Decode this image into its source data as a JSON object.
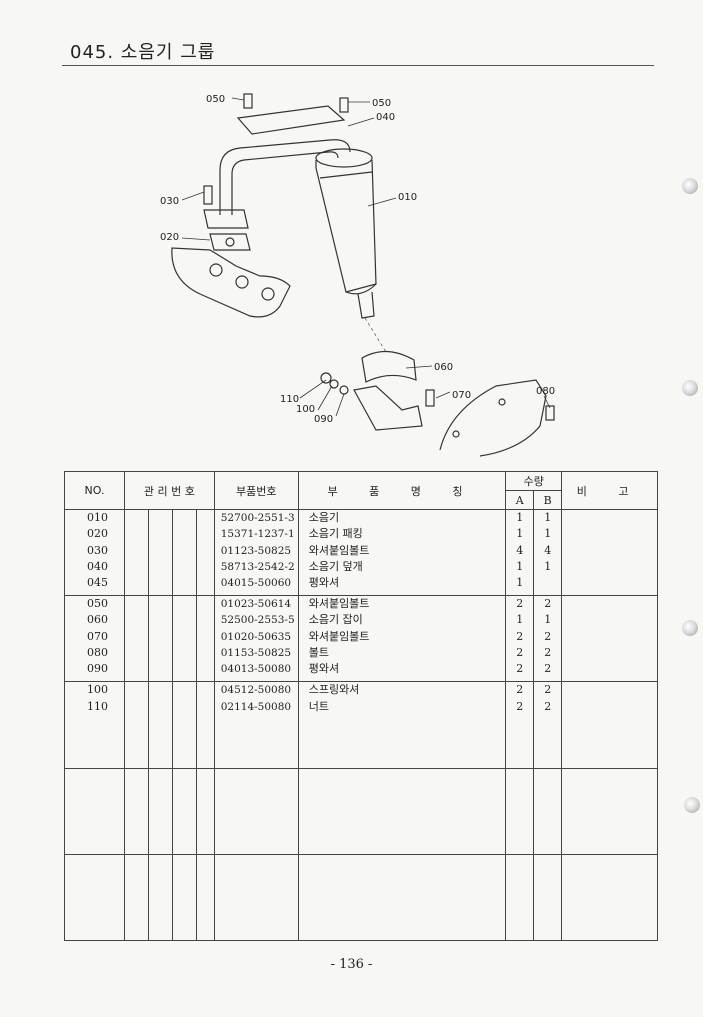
{
  "header": {
    "title": "045. 소음기 그룹"
  },
  "diagram": {
    "callouts": [
      "050",
      "050",
      "040",
      "010",
      "030",
      "020",
      "060",
      "080",
      "070",
      "110",
      "100",
      "090"
    ]
  },
  "table": {
    "headers": {
      "no": "NO.",
      "management_no": "관 리 번 호",
      "part_no": "부품번호",
      "part_name": "부 품 명 칭",
      "quantity": "수량",
      "qty_a": "A",
      "qty_b": "B",
      "remarks": "비 고"
    },
    "groups": [
      {
        "rows": [
          {
            "no": "010",
            "part_no": "52700-2551-3",
            "name": "소음기",
            "a": "1",
            "b": "1"
          },
          {
            "no": "020",
            "part_no": "15371-1237-1",
            "name": "소음기 패킹",
            "a": "1",
            "b": "1"
          },
          {
            "no": "030",
            "part_no": "01123-50825",
            "name": "와셔붙임볼트",
            "a": "4",
            "b": "4"
          },
          {
            "no": "040",
            "part_no": "58713-2542-2",
            "name": "소음기 덮개",
            "a": "1",
            "b": "1"
          },
          {
            "no": "045",
            "part_no": "04015-50060",
            "name": "평와셔",
            "a": "1",
            "b": ""
          }
        ]
      },
      {
        "rows": [
          {
            "no": "050",
            "part_no": "01023-50614",
            "name": "와셔붙임볼트",
            "a": "2",
            "b": "2"
          },
          {
            "no": "060",
            "part_no": "52500-2553-5",
            "name": "소음기 잡이",
            "a": "1",
            "b": "1"
          },
          {
            "no": "070",
            "part_no": "01020-50635",
            "name": "와셔붙임볼트",
            "a": "2",
            "b": "2"
          },
          {
            "no": "080",
            "part_no": "01153-50825",
            "name": "볼트",
            "a": "2",
            "b": "2"
          },
          {
            "no": "090",
            "part_no": "04013-50080",
            "name": "평와셔",
            "a": "2",
            "b": "2"
          }
        ]
      },
      {
        "rows": [
          {
            "no": "100",
            "part_no": "04512-50080",
            "name": "스프링와셔",
            "a": "2",
            "b": "2"
          },
          {
            "no": "110",
            "part_no": "02114-50080",
            "name": "너트",
            "a": "2",
            "b": "2"
          }
        ]
      },
      {
        "rows": []
      },
      {
        "rows": []
      }
    ]
  },
  "footer": {
    "page": "- 136 -"
  }
}
